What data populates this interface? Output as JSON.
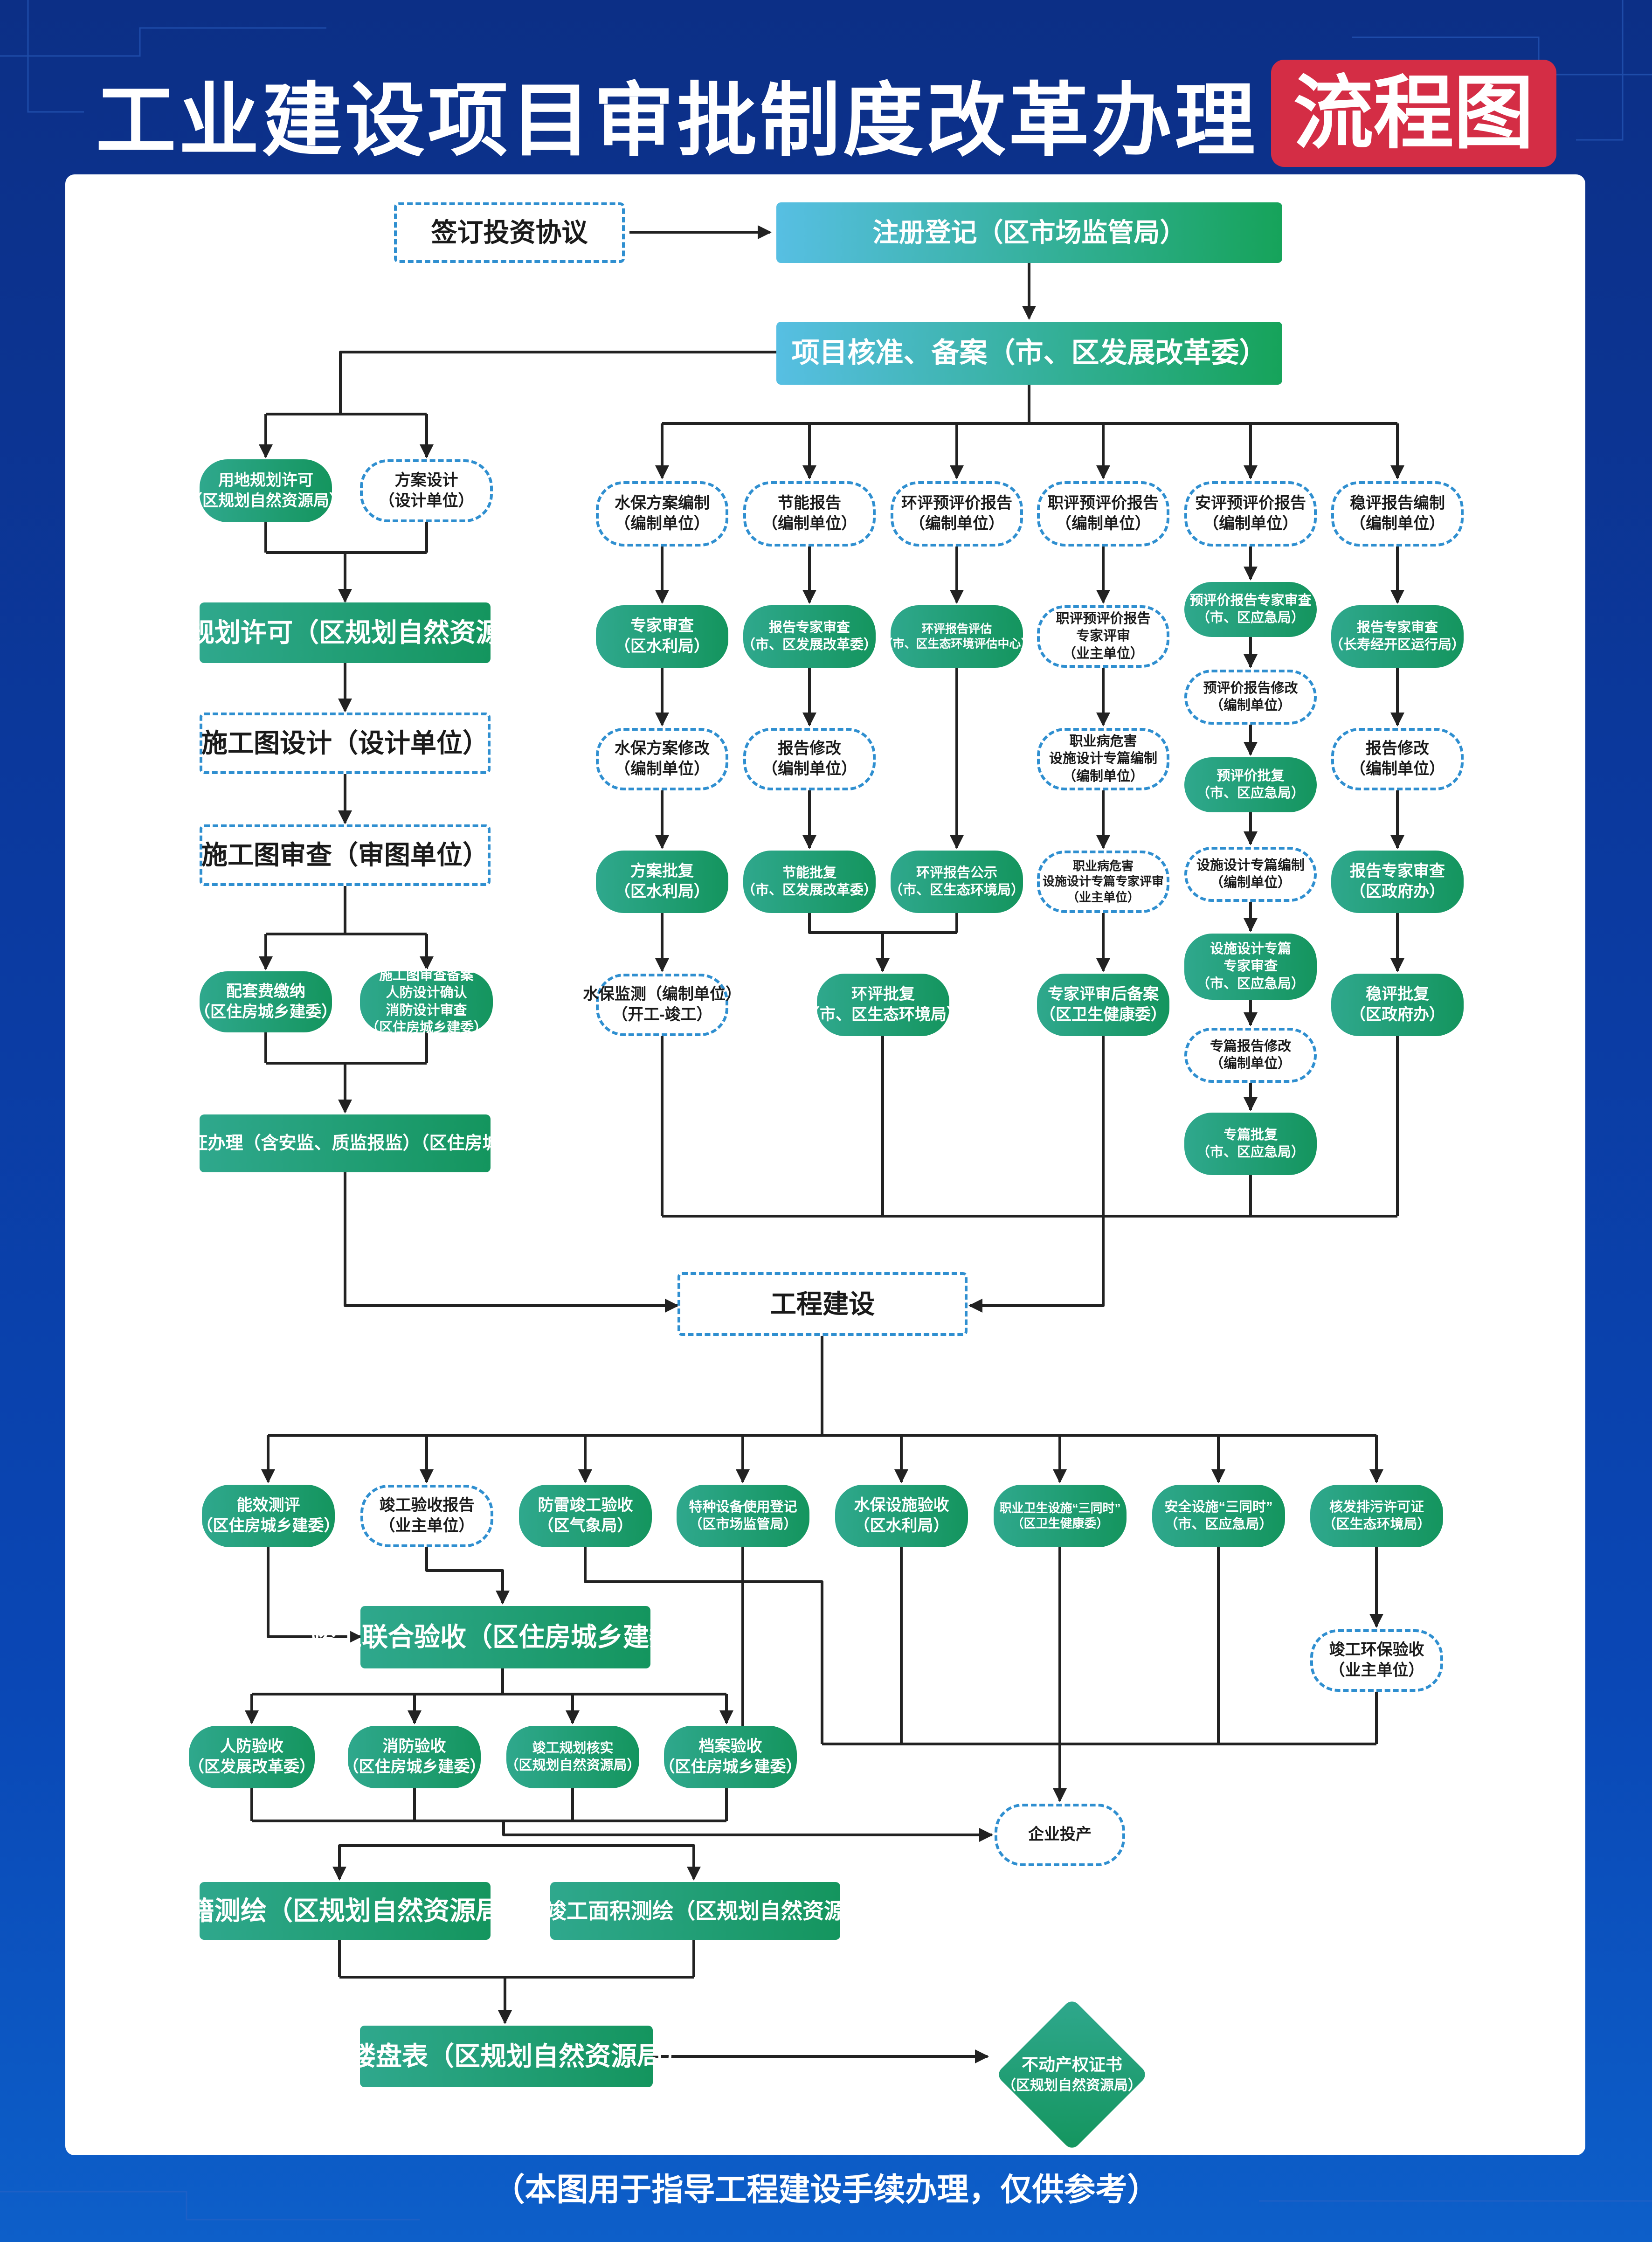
{
  "title": {
    "main": "工业建设项目审批制度改革办理",
    "tag": "流程图"
  },
  "footnote": "（本图用于指导工程建设手续办理，仅供参考）",
  "colors": {
    "background": "#0b3aa0",
    "title_tag": "#d42d45",
    "node_green": "#14955e",
    "node_teal": "#2fa88d",
    "node_blue": "#57bfe3",
    "dash_border": "#2f8fd0",
    "line": "#222222"
  },
  "nodes": {
    "sign_agreement": [
      "签订投资协议"
    ],
    "register": [
      "注册登记（区市场监管局）"
    ],
    "approve": [
      "项目核准、备案（市、区发展改革委）"
    ],
    "land_permit": [
      "用地规划许可",
      "（区规划自然资源局）"
    ],
    "scheme_design": [
      "方案设计",
      "（设计单位）"
    ],
    "eng_permit": [
      "工程规划许可（区规划自然资源局）"
    ],
    "cons_design": [
      "施工图设计（设计单位）"
    ],
    "cons_review": [
      "施工图审查（审图单位）"
    ],
    "fee_pay": [
      "配套费缴纳",
      "（区住房城乡建委）"
    ],
    "drawing_record": [
      "施工图审查备案",
      "人防设计确认",
      "消防设计审查",
      "（区住房城乡建委）"
    ],
    "cons_permit": [
      "施工许可证办理（含安监、质监报监）（区住房城乡建委）"
    ],
    "ws_plan": [
      "水保方案编制",
      "（编制单位）"
    ],
    "ws_review": [
      "专家审查",
      "（区水利局）"
    ],
    "ws_modify": [
      "水保方案修改",
      "（编制单位）"
    ],
    "ws_approve": [
      "方案批复",
      "（区水利局）"
    ],
    "ws_monitor": [
      "水保监测（编制单位）",
      "（开工-竣工）"
    ],
    "es_report": [
      "节能报告",
      "（编制单位）"
    ],
    "es_review": [
      "报告专家审查",
      "（市、区发展改革委）"
    ],
    "es_modify": [
      "报告修改",
      "（编制单位）"
    ],
    "es_approve": [
      "节能批复",
      "（市、区发展改革委）"
    ],
    "eia_report": [
      "环评预评价报告",
      "（编制单位）"
    ],
    "eia_eval": [
      "环评报告评估",
      "（市、区生态环境评估中心）"
    ],
    "eia_public": [
      "环评报告公示",
      "（市、区生态环境局）"
    ],
    "eia_approve": [
      "环评批复",
      "（市、区生态环境局）"
    ],
    "oh_report": [
      "职评预评价报告",
      "（编制单位）"
    ],
    "oh_review": [
      "职评预评价报告",
      "专家评审",
      "（业主单位）"
    ],
    "oh_special": [
      "职业病危害",
      "设施设计专篇编制",
      "（编制单位）"
    ],
    "oh_special_review": [
      "职业病危害",
      "设施设计专篇专家评审",
      "（业主单位）"
    ],
    "oh_record": [
      "专家评审后备案",
      "（区卫生健康委）"
    ],
    "sa_report": [
      "安评预评价报告",
      "（编制单位）"
    ],
    "sa_review": [
      "预评价报告专家审查",
      "（市、区应急局）"
    ],
    "sa_modify": [
      "预评价报告修改",
      "（编制单位）"
    ],
    "sa_approve": [
      "预评价批复",
      "（市、区应急局）"
    ],
    "sa_design": [
      "设施设计专篇编制",
      "（编制单位）"
    ],
    "sa_design_review": [
      "设施设计专篇",
      "专家审查",
      "（市、区应急局）"
    ],
    "sa_special_modify": [
      "专篇报告修改",
      "（编制单位）"
    ],
    "sa_special_approve": [
      "专篇批复",
      "（市、区应急局）"
    ],
    "st_report": [
      "稳评报告编制",
      "（编制单位）"
    ],
    "st_review": [
      "报告专家审查",
      "（长寿经开区运行局）"
    ],
    "st_modify": [
      "报告修改",
      "（编制单位）"
    ],
    "st_review2": [
      "报告专家审查",
      "（区政府办）"
    ],
    "st_approve": [
      "稳评批复",
      "（区政府办）"
    ],
    "construction": [
      "工程建设"
    ],
    "energy_eval": [
      "能效测评",
      "（区住房城乡建委）"
    ],
    "completion_report": [
      "竣工验收报告",
      "（业主单位）"
    ],
    "lightning": [
      "防雷竣工验收",
      "（区气象局）"
    ],
    "special_equip": [
      "特种设备使用登记",
      "（区市场监管局）"
    ],
    "ws_acceptance": [
      "水保设施验收",
      "（区水利局）"
    ],
    "oh_three": [
      "职业卫生设施“三同时”",
      "（区卫生健康委）"
    ],
    "safety_three": [
      "安全设施“三同时”",
      "（市、区应急局）"
    ],
    "pollution": [
      "核发排污许可证",
      "（区生态环境局）"
    ],
    "joint_acceptance": [
      "竣工联合验收（区住房城乡建委）"
    ],
    "env_acceptance": [
      "竣工环保验收",
      "（业主单位）"
    ],
    "civil_defense": [
      "人防验收",
      "（区发展改革委）"
    ],
    "fire": [
      "消防验收",
      "（区住房城乡建委）"
    ],
    "plan_check": [
      "竣工规划核实",
      "（区规划自然资源局）"
    ],
    "archive": [
      "档案验收",
      "（区住房城乡建委）"
    ],
    "production": [
      "企业投产"
    ],
    "cadastral": [
      "地籍测绘（区规划自然资源局）"
    ],
    "area_survey": [
      "房屋竣工面积测绘（区规划自然资源局）"
    ],
    "floor_table": [
      "建楼盘表（区规划自然资源局）"
    ],
    "certificate": [
      "不动产权证书",
      "（区规划自然资源局）"
    ]
  }
}
